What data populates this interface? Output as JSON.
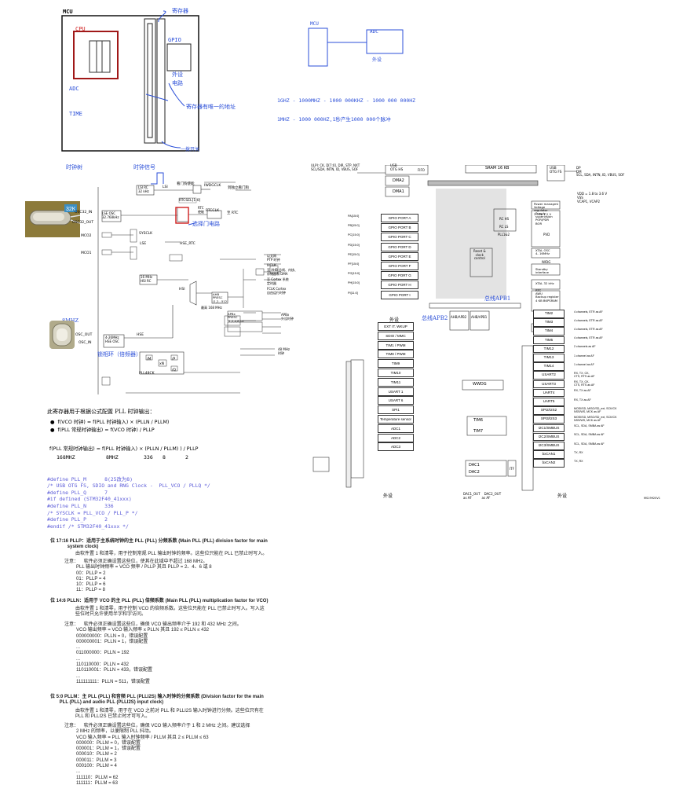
{
  "mcu_diagram": {
    "mcu": "MCU",
    "cpu": "CPU",
    "adc": "ADC",
    "timer": "TIME",
    "gpio": "GPIO",
    "peripheral_circuit": "外设\n电路",
    "register_label": "寄存器",
    "register_address_label": "寄存器有唯一的地址",
    "switch_label": "一拨开关"
  },
  "mcu_adc": {
    "mcu": "MCU",
    "adc": "ADC",
    "peripheral": "外设"
  },
  "freq_notes": {
    "line1": "1GHZ - 1000MHZ - 1000 000KHZ - 1000 000 000HZ",
    "line2": "1MHZ - 1000 000HZ,1秒产生1000 000个脉冲"
  },
  "clock_tree": {
    "title": "时钟树",
    "clock_signal": "时钟信号",
    "select_gate": "选择门电路",
    "crystal_32k": "32K",
    "crystal_8m": "8MHZ",
    "pll_freq": "锁相环（倍频器）",
    "lsrc": "LSI RC\n32 kHz",
    "lse_osc": "LSE OSC\n32.768kHz",
    "hse_osc": "4-26MHz\nHSE OSC",
    "hsi_rc": "16 MHz\nHSI RC",
    "osc32_in": "OSC32_IN",
    "osc32_out": "OSC32_OUT",
    "osc_out": "OSC_OUT",
    "osc_in": "OSC_IN",
    "mco2": "MCO2",
    "mco1": "MCO1",
    "lsi": "LSI",
    "lse": "LSE",
    "hse": "HSE",
    "hsi": "HSI",
    "sysclk": "SYSCLK",
    "hse_rtc": "HSE_RTC",
    "rtcsel": "RTCSEL[1:0]",
    "rtc": "RTC\n使能",
    "rtcclk": "RTCCLK",
    "to_rtc": "至 RTC",
    "iwdgclk": "IWDGCLK",
    "to_iwdg": "到独立看门狗",
    "iwdg_enable": "看门狗使能",
    "pll48ck": "PLL48CK",
    "mhz48": "48 MHz\n时钟",
    "hclk": "HCLK",
    "hclk_desc": "至 AHB 总线、内核、\n存储器和 DMA",
    "to_cortex": "至 Cortex 系统\n定时器",
    "fclk": "FCLK Cortex\n自由运行时钟",
    "ahb_presc": "AHB\nPRESC\n/1,2,..512",
    "apb1_presc": "APBx\nPRESC\n/1,2,4,8,16",
    "ptp": "以太网\nPTP 时钟",
    "apbx": "APBx\n外设时钟",
    "freq_168": "最高 168 MHz",
    "ck_pll_m": "/M",
    "xn": "xN",
    "p": "/P",
    "q": "/Q"
  },
  "pll_formula": {
    "intro": "此寄存器用于根据公式配置 PLL 时钟输出：",
    "bullet1": "f(VCO 时钟) = f(PLL 时钟输入) × (PLLN / PLLM)",
    "bullet2": "f(PLL 常规时钟输出) = f(VCO 时钟) / PLLP",
    "calc": "f(PLL 常规时钟输出) = f(PLL 时钟输入) × (PLLN / PLLM) ) / PLLP",
    "v168": "168MHZ",
    "v8": "8MHZ",
    "v336": "336",
    "vm": "8",
    "vp": "2"
  },
  "code_block": [
    "#define PLL_M      8(25改为8)",
    "/* USB OTG FS, SDIO and RNG Clock -  PLL_VCO / PLLQ */",
    "#define PLL_Q      7",
    "",
    "#if defined (STM32F40_41xxx)",
    "#define PLL_N      336",
    "/* SYSCLK = PLL_VCO / PLL_P */",
    "#define PLL_P      2",
    "#endif /* STM32F40_41xxx */"
  ],
  "register_doc": {
    "pllp_head": "位 17:16 PLLP：适用于主系统时钟的主 PLL (PLL) 分频系数 (Main PLL (PLL) division factor for main\n             system clock)",
    "pllp_body": "由软件置 1 和清零，用于控制常规 PLL 输出时钟的频率。这些位只能在 PLL 已禁止时写入。",
    "pllp_note": "注意：    软件必须正确设置这些位，使其在此域中不超过 168 MHz。\n         PLL 输出时钟频率 = VCO 频率 / PLLP 其且 PLLP = 2、4、6 或 8\n         00：PLLP = 2\n         01：PLLP = 4\n         10：PLLP = 6\n         11：PLLP = 8",
    "plln_head": "位 14:6 PLLN：适用于 VCO 的主 PLL (PLL) 倍频系数 (Main PLL (PLL) multiplication factor for VCO)",
    "plln_body": "由软件置 1 和清零，用于控制 VCO 的倍频系数。这些位只能在 PLL 已禁止时写入。写入这\n些位时只允许使用半字和字访问。",
    "plln_note": "注意：    软件必须正确设置这些位，确保 VCO 输出频率介于 192 和 432 MHz 之间。\n         VCO 输出频率 = VCO 输入频率 x PLLN 其且 192 ≤ PLLN ≤ 432\n         000000000：PLLN = 0，错误配置\n         000000001：PLLN = 1，错误配置\n         ...\n         011000000：PLLN = 192\n         ...\n         110110000：PLLN = 432\n         110110001：PLLN = 433，错误配置\n         ...\n         111111111：PLLN = 511，错误配置",
    "pllm_head": "位 5:0 PLLM：主 PLL (PLL) 和音频 PLL (PLLI2S) 输入时钟的分频系数 (Division factor for the main\n       PLL (PLL) and audio PLL (PLLI2S) input clock)",
    "pllm_body": "由软件置 1 和清零，用于在 VCO 之前对 PLL 和 PLLI2S 输入时钟进行分频。这些位只有在\nPLL 和 PLLI2S 已禁止时才可写入。",
    "pllm_note": "注意：    软件必须正确设置这些位，确保 VCO 输入频率介于 1 和 2 MHz 之间。建议选择\n         2 MHz 的频率，以便限制 PLL 抖动。\n         VCO 输入频率 = PLL 输入时钟频率 / PLLM 其且 2 ≤ PLLM ≤ 63\n         000000：PLLM = 0，错误配置\n         000001：PLLM = 1，错误配置\n         000010：PLLM = 2\n         000011：PLLM = 3\n         000100：PLLM = 4\n         ...\n         111110：PLLM = 62\n         111111：PLLM = 63"
  },
  "block_diagram": {
    "top_left": "ULPI: CK, D[7:0], DIR, STP, NXT\nSCL/SDA, INTN, ID, VBUS, SOF",
    "usb_otg_hs": "USB\nOTG HS",
    "fifo": "FIFO",
    "dma2": "DMA2",
    "dma1": "DMA1",
    "sram": "SRAM 16 KB",
    "usb_otg_fs": "USB\nOTG FS",
    "right_top": "DP\nDM\nSCL, SDA, INTN, ID, VBUS, SOF",
    "gpio_ports": [
      "GPIO PORT A",
      "GPIO PORT B",
      "GPIO PORT C",
      "GPIO PORT D",
      "GPIO PORT E",
      "GPIO PORT F",
      "GPIO PORT G",
      "GPIO PORT H",
      "GPIO PORT I"
    ],
    "port_labels": [
      "PA[15:0]",
      "PB[15:0]",
      "PC[15:0]",
      "PD[15:0]",
      "PE[15:0]",
      "PF[15:0]",
      "PG[15:0]",
      "PH[15:0]",
      "PI[11:0]"
    ],
    "peripheral": "外设",
    "apb1_bus": "总线APB1",
    "apb2_bus": "总线APB2",
    "ahb_apb2": "AHB/APB2",
    "ahb_apb1": "AHB/APB1",
    "reset_clock": "Reset &\nclock\ncontrol",
    "power": "Power managmt\nVoltage\nregulator\n3.3 to 1.2 V",
    "rc_hs": "RC HS",
    "rc_ls": "RC LS",
    "pll12": "PLL1&2",
    "supply": "Supply\nsupervision\nPOR/PDR\nBOR",
    "pvd": "PVD",
    "xtal_osc": "XTAL OSC\n4- 16MHz",
    "iwdg": "IWDG",
    "standby": "Standby\ninterface",
    "xtal32": "XTAL 32 kHz",
    "rtc": "RTC\nAWU\nBackup register\n4 KB BKPSRAM",
    "vdd_note": "VDD = 1.8 to 3.6 V\nVSS\nVCAP1, VCAP2",
    "left_periph": [
      "EXT IT. WKUP",
      "SDIO / MMC",
      "TIM1 / PWM",
      "TIM8 / PWM",
      "TIM9",
      "TIM10",
      "TIM11",
      "USART 1",
      "USART 6",
      "SPI1",
      "Temperature sensor",
      "ADC1",
      "ADC2",
      "ADC3"
    ],
    "right_timers": [
      "TIM2",
      "TIM3",
      "TIM4",
      "TIM5",
      "TIM12",
      "TIM13",
      "TIM14",
      "USART2",
      "USART3",
      "UART4",
      "UART5",
      "SPI2/I2S2",
      "SPI3/I2S3",
      "I2C1/SMBUS",
      "I2C2/SMBUS",
      "I2C3/SMBUS",
      "bxCAN1",
      "bxCAN2"
    ],
    "right_desc": [
      "4 channels, ETR as AF",
      "4 channels, ETR as AF",
      "4 channels, ETR as AF",
      "4 channels, ETR as AF",
      "2 channels as AF",
      "1 channel as AF",
      "1 channel as AF",
      "RX, TX, CK,\nCTS, RTS as AF",
      "RX, TX, CK,\nCTS, RTS as AF",
      "RX, TX as AF",
      "RX, TX as AF",
      "MOSI/SD, MISO/SD_ext, SCK/CK\nNSS/WS, MCK as AF",
      "MOSI/SD, MISO/SD_ext, SCK/CK\nNSS/WS, MCK as AF",
      "SCL, SDA, SMBA as AF",
      "SCL, SDA, SMBA as AF",
      "SCL, SDA, SMBA as AF",
      "TX, RX",
      "TX, RX"
    ],
    "wwdg": "WWDG",
    "tim6": "TIM6",
    "tim7": "TIM7",
    "dac1": "DAC1",
    "dac2": "DAC2",
    "itf": "ITF",
    "dac_out": "DAC1_OUT    DAC2_OUT\nas AF          as AF",
    "bottom_periph": "外设",
    "fig_id": "MS19920V1"
  }
}
